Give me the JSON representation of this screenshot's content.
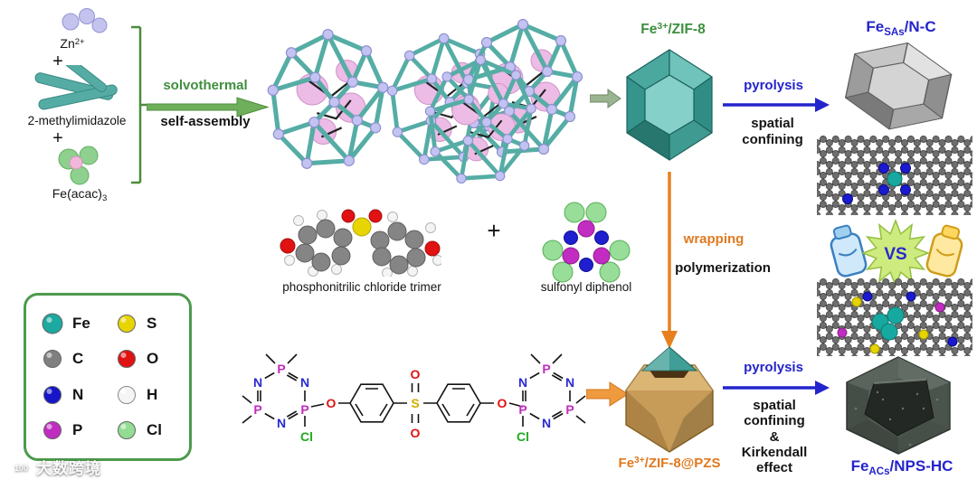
{
  "palette": {
    "text_green": "#3f8f3f",
    "text_blue": "#2424cc",
    "text_orange": "#e0791f",
    "zif_teal": "#3f9e96",
    "shell_tan": "#c79b58"
  },
  "reactants": {
    "zn_base": "Zn",
    "zn_sup": "2+",
    "plus1": "+",
    "mim": "2-methylimidazole",
    "plus2": "+",
    "feacac_base": "Fe(acac)",
    "feacac_sub": "3"
  },
  "step1": {
    "line1": "solvothermal",
    "line2": "self-assembly"
  },
  "zif8": {
    "pre": "Fe",
    "sup": "3+",
    "post": "/ZIF-8"
  },
  "route_top": {
    "arrow_label": "pyrolysis",
    "line2": "spatial",
    "line3": "confining"
  },
  "product_top": {
    "pre": "Fe",
    "sub": "SAs",
    "post": "/N-C"
  },
  "route_mid": {
    "line1": "wrapping",
    "line2": "polymerization"
  },
  "molecules": {
    "left_label": "phosphonitrilic chloride trimer",
    "plus": "+",
    "right_label": "sulfonyl diphenol"
  },
  "vs": {
    "label": "VS"
  },
  "legend": {
    "items": [
      {
        "sym": "Fe",
        "color": "#1ba9a0"
      },
      {
        "sym": "S",
        "color": "#e8d400"
      },
      {
        "sym": "C",
        "color": "#7f7f7f"
      },
      {
        "sym": "O",
        "color": "#e01212"
      },
      {
        "sym": "N",
        "color": "#1616c8"
      },
      {
        "sym": "H",
        "color": "#f5f5f5"
      },
      {
        "sym": "P",
        "color": "#c02cc0"
      },
      {
        "sym": "Cl",
        "color": "#93dc93"
      }
    ]
  },
  "pzs": {
    "pre": "Fe",
    "sup": "3+",
    "post": "/ZIF-8@PZS"
  },
  "route_bottom": {
    "arrow_label": "pyrolysis",
    "line2": "spatial",
    "line3": "confining",
    "line4": "&",
    "line5": "Kirkendall",
    "line6": "effect"
  },
  "product_bottom": {
    "pre": "Fe",
    "sub": "ACs",
    "post": "/NPS-HC"
  },
  "structure": {
    "P": "P",
    "N": "N",
    "O": "O",
    "S": "S",
    "Cl": "Cl"
  },
  "watermark": {
    "num": "100",
    "text": "大数跨境"
  }
}
